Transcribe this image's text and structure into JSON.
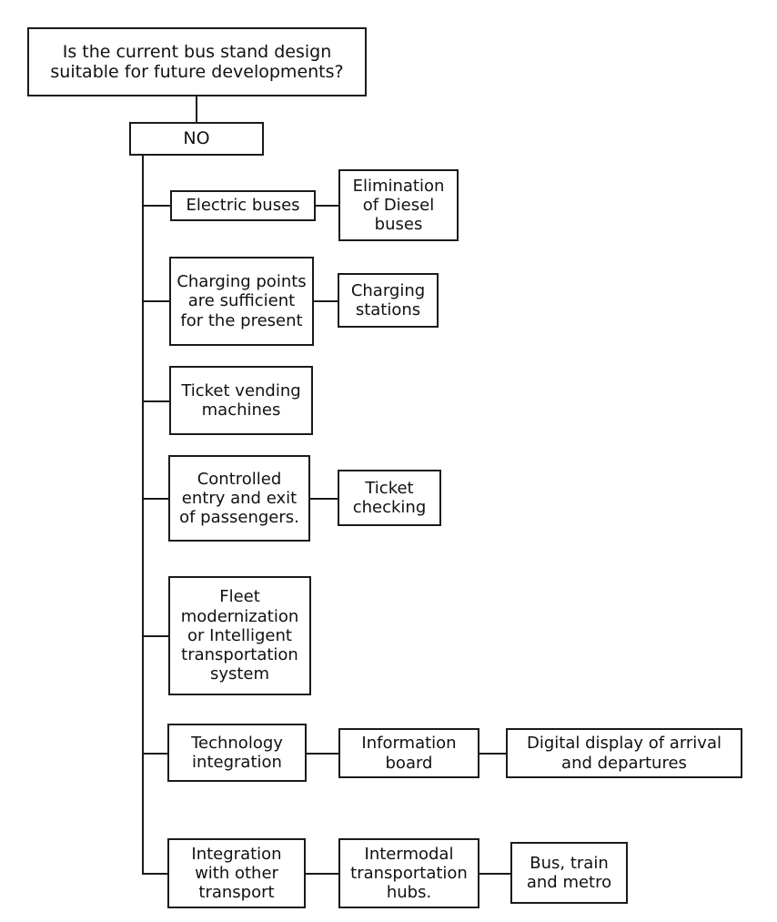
{
  "diagram": {
    "type": "flowchart",
    "orientation": "top-down-then-right",
    "background_color": "#ffffff",
    "line_color": "#1a1a1a",
    "text_color": "#111111",
    "root": {
      "label": "Is the current bus stand design\nsuitable for future developments?"
    },
    "decision": {
      "label": "NO"
    },
    "branches": [
      {
        "level1": "Electric buses",
        "level2": "Elimination\nof Diesel\nbuses",
        "level3": ""
      },
      {
        "level1": "Charging points\nare sufficient\nfor the present",
        "level2": "Charging\nstations",
        "level3": ""
      },
      {
        "level1": "Ticket vending\nmachines",
        "level2": "",
        "level3": ""
      },
      {
        "level1": "Controlled\nentry and exit\nof passengers.",
        "level2": "Ticket\nchecking",
        "level3": ""
      },
      {
        "level1": "Fleet\nmodernization\nor Intelligent\ntransportation\nsystem",
        "level2": "",
        "level3": ""
      },
      {
        "level1": "Technology\nintegration",
        "level2": "Information\nboard",
        "level3": "Digital display of arrival\nand departures"
      },
      {
        "level1": "Integration\nwith other\ntransport",
        "level2": "Intermodal\ntransportation\nhubs.",
        "level3": "Bus, train\nand metro"
      }
    ]
  }
}
